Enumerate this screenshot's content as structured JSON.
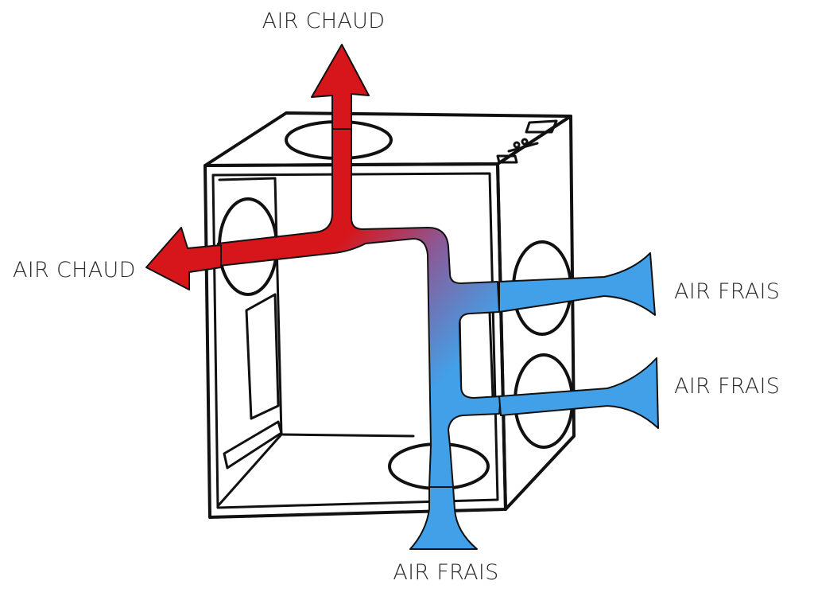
{
  "labels": {
    "top": "AIR CHAUD",
    "left": "AIR CHAUD",
    "right_upper": "AIR FRAIS",
    "right_lower": "AIR FRAIS",
    "bottom": "AIR FRAIS"
  },
  "colors": {
    "hot_air": "#d7161c",
    "cool_air": "#42a0e8",
    "outline": "#111111",
    "background": "#ffffff"
  },
  "icons": {
    "case": "computer-case",
    "hot_arrow": "arrow",
    "cool_intake": "funnel-intake"
  }
}
